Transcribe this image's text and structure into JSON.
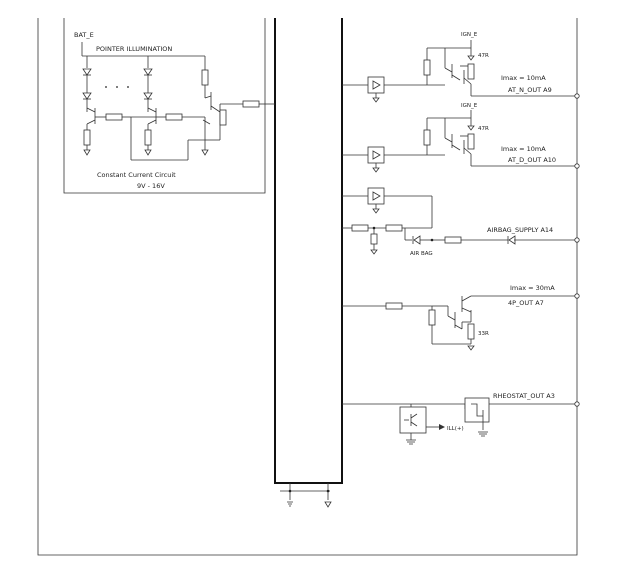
{
  "labels": {
    "bat_e": "BAT_E",
    "pointer_illumination": "POINTER ILLUMINATION",
    "constant_current_circuit": "Constant Current Circuit",
    "voltage_range": "9V - 16V",
    "ign_e_1": "IGN_E",
    "r_47r_1": "47R",
    "imax_1": "Imax = 10mA",
    "at_n_out": "AT_N_OUT A9",
    "ign_e_2": "IGN_E",
    "r_47r_2": "47R",
    "imax_2": "Imax = 10mA",
    "at_d_out": "AT_D_OUT A10",
    "airbag_supply": "AIRBAG_SUPPLY A14",
    "air_bag": "AIR BAG",
    "imax_3": "Imax = 30mA",
    "r4p_out": "4P_OUT A7",
    "r_33r": "33R",
    "rheostat_out": "RHEOSTAT_OUT A3",
    "ill_plus": "ILL(+)",
    "gnd_label": "GND"
  },
  "colors": {
    "line": "#333333",
    "bus": "#111111",
    "background": "#ffffff"
  }
}
